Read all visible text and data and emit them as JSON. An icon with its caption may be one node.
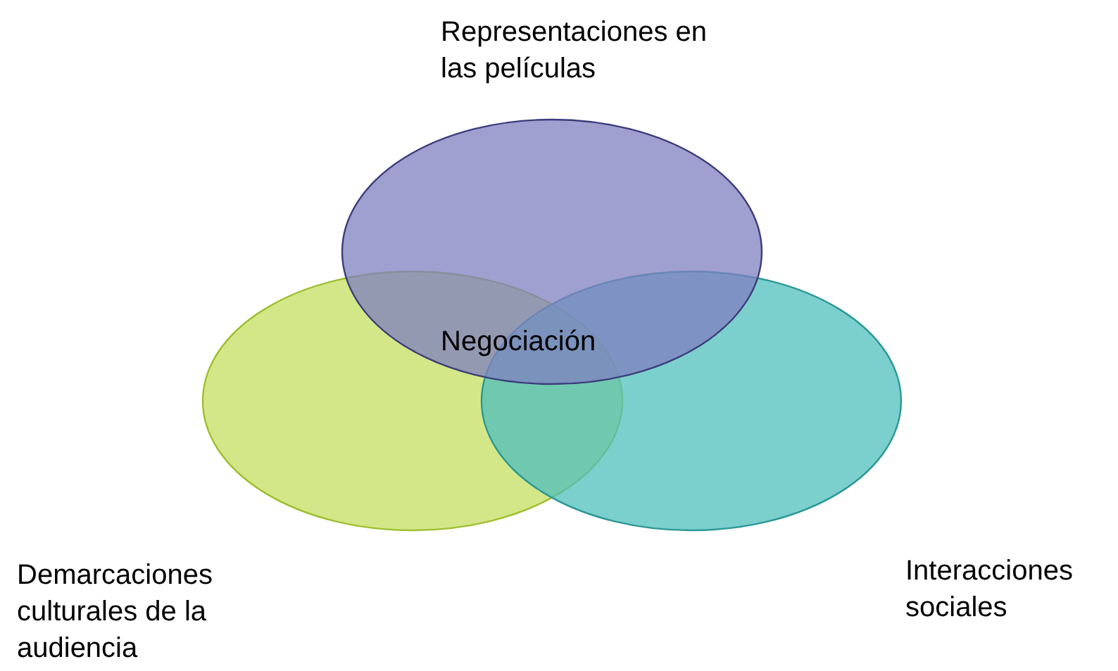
{
  "diagram": {
    "nodes": [
      {
        "text": [
          "Representaciones en las películas"
        ]
      },
      {
        "text": [
          "Demarcaciones culturales de la audiencia"
        ]
      },
      {
        "text": [
          "Interacciones sociales"
        ]
      }
    ],
    "edges": [],
    "labels": [
      "Negociación"
    ]
  }
}
